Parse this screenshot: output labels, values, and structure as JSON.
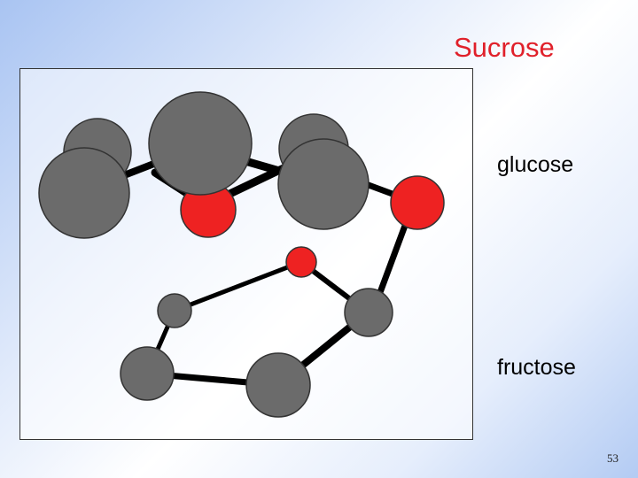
{
  "slide": {
    "title": "Sucrose",
    "page_number": "53"
  },
  "labels": {
    "glucose": "glucose",
    "fructose": "fructose"
  },
  "colors": {
    "title": "#e0202a",
    "carbon_atom": "#6b6b6b",
    "oxygen_atom": "#ee2222",
    "bond": "#000000"
  }
}
